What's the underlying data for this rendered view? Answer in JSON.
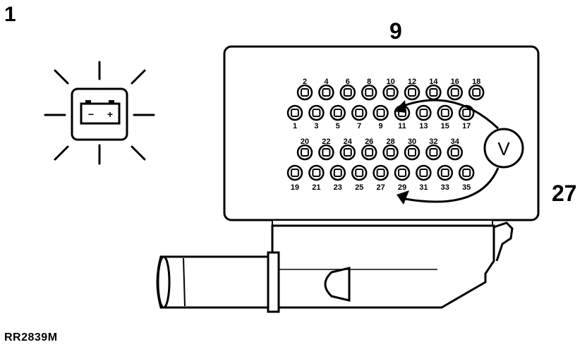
{
  "labels": {
    "step": "1",
    "pin_a": "9",
    "pin_b": "27",
    "reference": "RR2839M"
  },
  "battery": {
    "minus": "−",
    "plus": "+"
  },
  "meter": {
    "symbol": "V"
  },
  "connector": {
    "rows": [
      [
        "2",
        "4",
        "6",
        "8",
        "10",
        "12",
        "14",
        "16",
        "18"
      ],
      [
        "1",
        "3",
        "5",
        "7",
        "9",
        "11",
        "13",
        "15",
        "17"
      ],
      [
        "20",
        "22",
        "24",
        "26",
        "28",
        "30",
        "32",
        "34"
      ],
      [
        "19",
        "21",
        "23",
        "25",
        "27",
        "29",
        "31",
        "33",
        "35"
      ]
    ]
  },
  "icons": [
    "battery-warning-icon",
    "voltmeter-icon",
    "connector-icon"
  ]
}
